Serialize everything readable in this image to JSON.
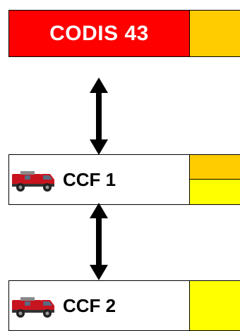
{
  "codis": {
    "label": "CODIS 43"
  },
  "units": [
    {
      "label": "CCF 1",
      "icon": "fire-truck-icon"
    },
    {
      "label": "CCF 2",
      "icon": "fire-truck-icon"
    }
  ],
  "colors": {
    "codis_box": "#ff0000",
    "status_orange": "#ffcc00",
    "status_yellow": "#ffff00",
    "arrow": "#000000"
  }
}
